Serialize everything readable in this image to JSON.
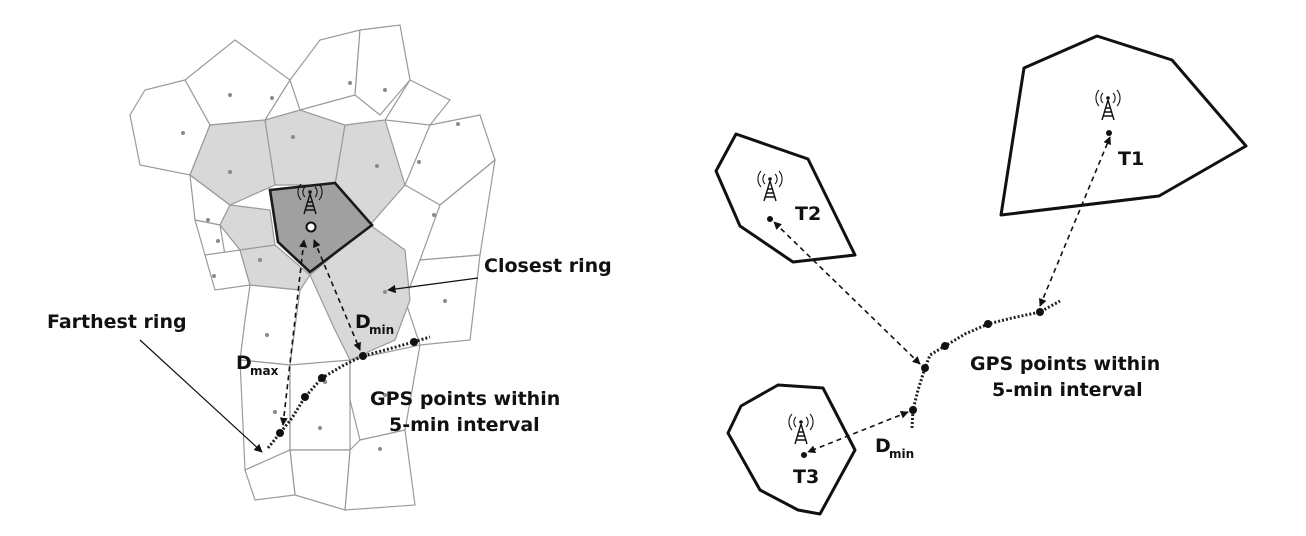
{
  "left_panel": {
    "closest_ring_label": "Closest ring",
    "farthest_ring_label": "Farthest ring",
    "dmin": {
      "base": "D",
      "sub": "min"
    },
    "dmax": {
      "base": "D",
      "sub": "max"
    },
    "gps_label_line1": "GPS points within",
    "gps_label_line2": "5-min interval"
  },
  "right_panel": {
    "tower_labels": [
      "T1",
      "T2",
      "T3"
    ],
    "dmin": {
      "base": "D",
      "sub": "min"
    },
    "gps_label_line1": "GPS points within",
    "gps_label_line2": "5-min interval"
  },
  "colors": {
    "closest_ring_fill": "#d8d8d8",
    "serving_cell_fill": "#a0a0a0",
    "outline": "#111111"
  }
}
